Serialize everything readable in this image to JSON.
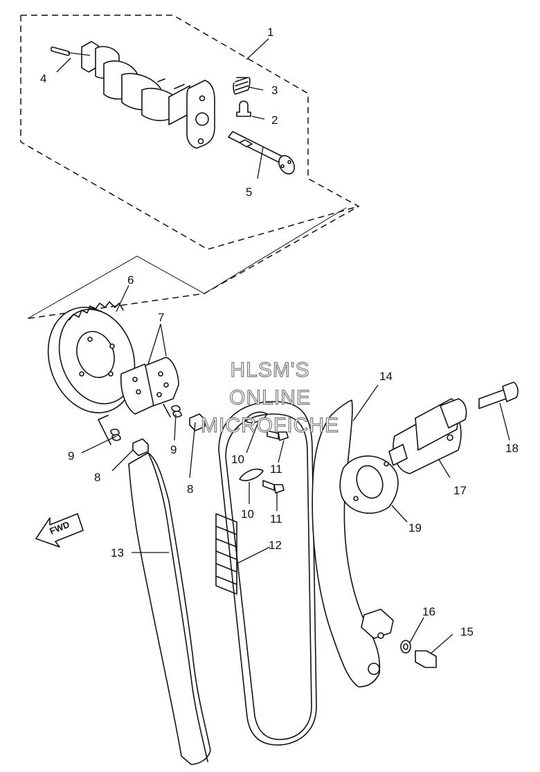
{
  "watermark": {
    "lines": [
      "HLSM'S",
      "ONLINE",
      "MICROFICHE"
    ]
  },
  "direction_label": "FWD",
  "callouts": [
    {
      "id": "c1",
      "label": "1"
    },
    {
      "id": "c2",
      "label": "2"
    },
    {
      "id": "c3",
      "label": "3"
    },
    {
      "id": "c4",
      "label": "4"
    },
    {
      "id": "c5",
      "label": "5"
    },
    {
      "id": "c6",
      "label": "6"
    },
    {
      "id": "c7",
      "label": "7"
    },
    {
      "id": "c8a",
      "label": "8"
    },
    {
      "id": "c8b",
      "label": "8"
    },
    {
      "id": "c9a",
      "label": "9"
    },
    {
      "id": "c9b",
      "label": "9"
    },
    {
      "id": "c10a",
      "label": "10"
    },
    {
      "id": "c10b",
      "label": "10"
    },
    {
      "id": "c11a",
      "label": "11"
    },
    {
      "id": "c11b",
      "label": "11"
    },
    {
      "id": "c12",
      "label": "12"
    },
    {
      "id": "c13",
      "label": "13"
    },
    {
      "id": "c14",
      "label": "14"
    },
    {
      "id": "c15",
      "label": "15"
    },
    {
      "id": "c16",
      "label": "16"
    },
    {
      "id": "c17",
      "label": "17"
    },
    {
      "id": "c18",
      "label": "18"
    },
    {
      "id": "c19",
      "label": "19"
    }
  ]
}
